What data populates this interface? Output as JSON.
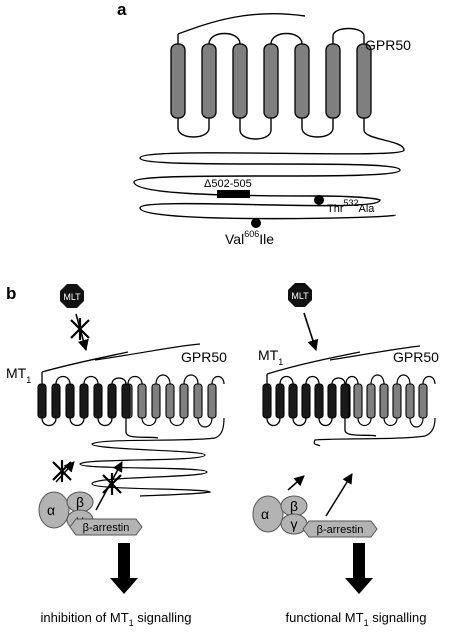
{
  "panel_a": {
    "label": "a",
    "receptor_name": "GPR50",
    "deletion_label": "Δ502-505",
    "mutation_thr": {
      "prefix": "Thr",
      "superscript": "532",
      "suffix": "Ala"
    },
    "mutation_val": {
      "prefix": "Val",
      "superscript": "606",
      "suffix": "Ile"
    }
  },
  "panel_b": {
    "label": "b",
    "left": {
      "ligand": "MLT",
      "receptor_mt1": {
        "text": "MT",
        "sub": "1"
      },
      "receptor_gpr50": "GPR50",
      "g_alpha": "α",
      "g_beta": "β",
      "g_gamma": "γ",
      "arrestin": "β-arrestin",
      "caption": {
        "before": "inhibition of MT",
        "sub": "1",
        "after": " signalling"
      }
    },
    "right": {
      "ligand": "MLT",
      "receptor_mt1": {
        "text": "MT",
        "sub": "1"
      },
      "receptor_gpr50": "GPR50",
      "g_alpha": "α",
      "g_beta": "β",
      "g_gamma": "γ",
      "arrestin": "β-arrestin",
      "caption": {
        "before": "functional MT",
        "sub": "1",
        "after": " signalling"
      }
    }
  },
  "colors": {
    "gpr50_helix": "#7f7f7f",
    "mt1_helix": "#1a1a1a",
    "protein_fill": "#b3b3b3",
    "ligand_fill": "#111111"
  }
}
